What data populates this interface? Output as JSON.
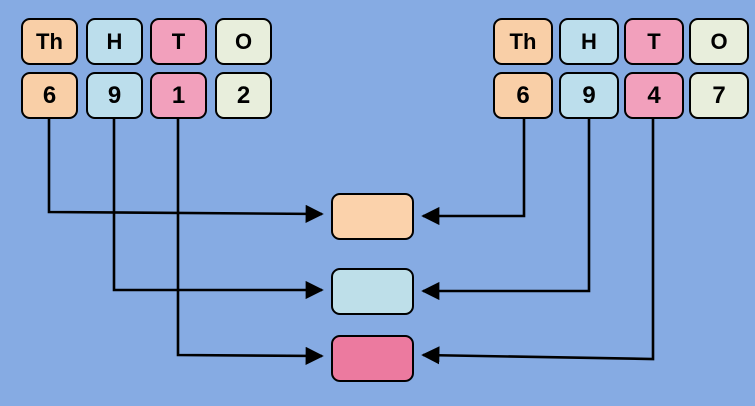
{
  "diagram": {
    "title": "place-value-columns-subtraction-mapping",
    "background_color": "#86abe3",
    "stroke_color": "#000000",
    "column_colors": {
      "Th": "#f9cfa7",
      "H": "#bcdeec",
      "T": "#f2a0bc",
      "O": "#e8eedc"
    },
    "result_colors": {
      "thousands": "#fbd2ab",
      "hundreds": "#bedfe9",
      "tens": "#ec7a9f"
    },
    "left_group": {
      "name": "left-place-value-table",
      "headers": [
        "Th",
        "H",
        "T",
        "O"
      ],
      "digits": [
        "6",
        "9",
        "1",
        "2"
      ]
    },
    "right_group": {
      "name": "right-place-value-table",
      "headers": [
        "Th",
        "H",
        "T",
        "O"
      ],
      "digits": [
        "6",
        "9",
        "4",
        "7"
      ]
    },
    "result_boxes": [
      {
        "name": "result-thousands",
        "label": "",
        "color_key": "thousands"
      },
      {
        "name": "result-hundreds",
        "label": "",
        "color_key": "hundreds"
      },
      {
        "name": "result-tens",
        "label": "",
        "color_key": "tens"
      }
    ],
    "connections": [
      {
        "from": "left-Th-6",
        "to": "result-thousands"
      },
      {
        "from": "left-H-9",
        "to": "result-hundreds"
      },
      {
        "from": "left-T-1",
        "to": "result-tens"
      },
      {
        "from": "right-Th-6",
        "to": "result-thousands"
      },
      {
        "from": "right-H-9",
        "to": "result-hundreds"
      },
      {
        "from": "right-T-4",
        "to": "result-tens"
      }
    ]
  }
}
